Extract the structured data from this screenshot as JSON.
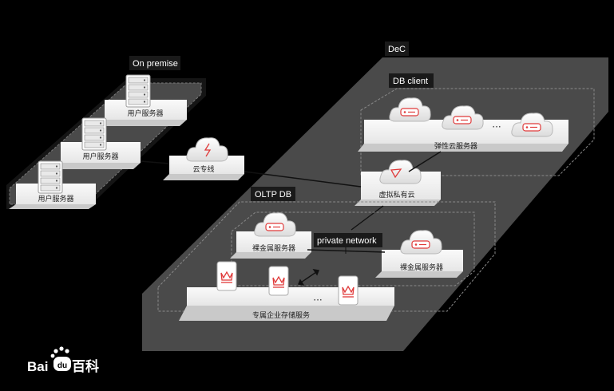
{
  "zones": {
    "on_premise": "On premise",
    "dec": "DeC",
    "db_client": "DB client",
    "oltp_db": "OLTP DB"
  },
  "nodes": {
    "user_server_1": "用户服务器",
    "user_server_2": "用户服务器",
    "user_server_3": "用户服务器",
    "cloud_line": "云专线",
    "vpc": "虚拟私有云",
    "elastic_cloud_server": "弹性云服务器",
    "bare_metal_left": "裸金属服务器",
    "bare_metal_right": "裸金属服务器",
    "private_network": "private network",
    "dedicated_storage": "专属企业存储服务"
  },
  "ellipsis": "···",
  "watermark": {
    "brand_left": "Bai",
    "brand_right": "百科",
    "paw": "du"
  },
  "colors": {
    "background": "#000000",
    "platform_dark": "#4a4a4a",
    "card_top": "#f4f4f4",
    "card_side": "#c9c9c9",
    "accent_red": "#e03a3a",
    "tag_bg": "#1a1a1a"
  }
}
